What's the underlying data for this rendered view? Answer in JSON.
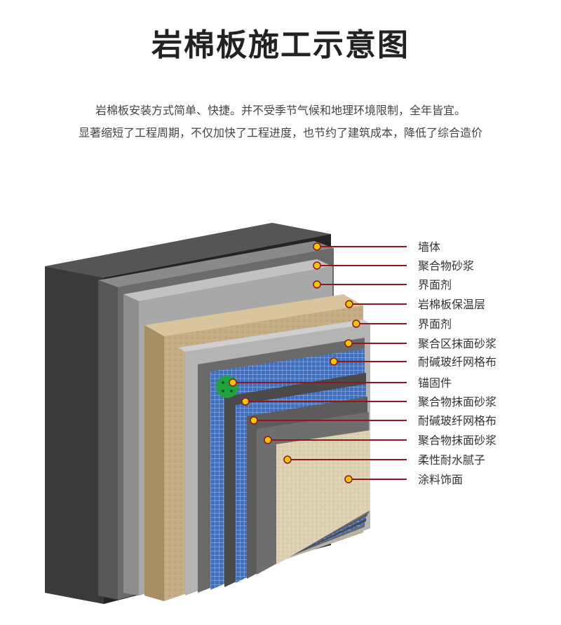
{
  "title": "岩棉板施工示意图",
  "intro": [
    "岩棉板安装方式简单、快捷。并不受季节气候和地理环境限制，全年皆宜。",
    "显著缩短了工程周期，不仅加快了工程进度，也节约了建筑成本，降低了综合造价"
  ],
  "layers": [
    "墙体",
    "聚合物砂浆",
    "界面剂",
    "岩棉板保温层",
    "界面剂",
    "聚合区抹面砂浆",
    "耐碱玻纤网格布",
    "锚固件",
    "聚合物抹面砂浆",
    "耐碱玻纤网格布",
    "聚合物抹面砂浆",
    "柔性耐水腻子",
    "涂料饰面"
  ],
  "colors": {
    "wall": "#3a3a3a",
    "mortar": "#6b6b6b",
    "interface": "#a8a8a8",
    "rockwool": "#c4ad85",
    "mesh": "#3f6fc0",
    "anchor": "#22a23e",
    "putty": "#6e6e6e",
    "coating": "#ddd1b2",
    "leader": "#8b1a1a",
    "dot": "#f5c400"
  }
}
